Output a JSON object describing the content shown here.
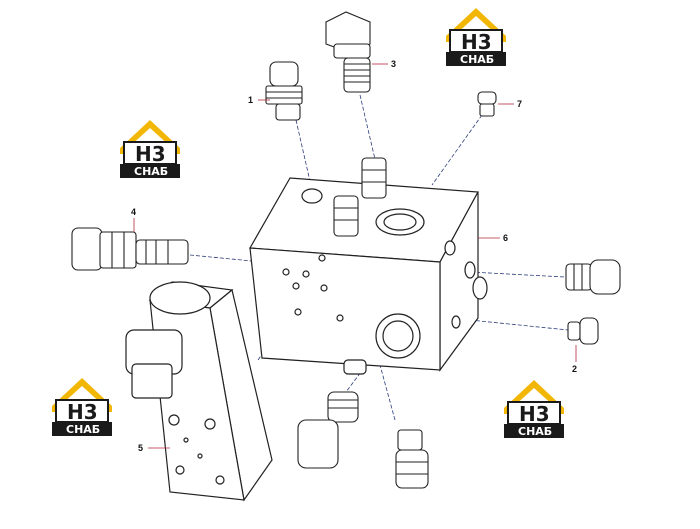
{
  "logo": {
    "top_text": "H3",
    "bottom_text": "СНАБ",
    "colors": {
      "roof": "#f2b705",
      "dark": "#1a1a1a",
      "text_light": "#ffffff"
    }
  },
  "callouts": [
    "1",
    "2",
    "3",
    "4",
    "5",
    "6",
    "7"
  ],
  "colors": {
    "line": "#222222",
    "leader": "#b02a3a",
    "axis": "#2c3e7a"
  }
}
